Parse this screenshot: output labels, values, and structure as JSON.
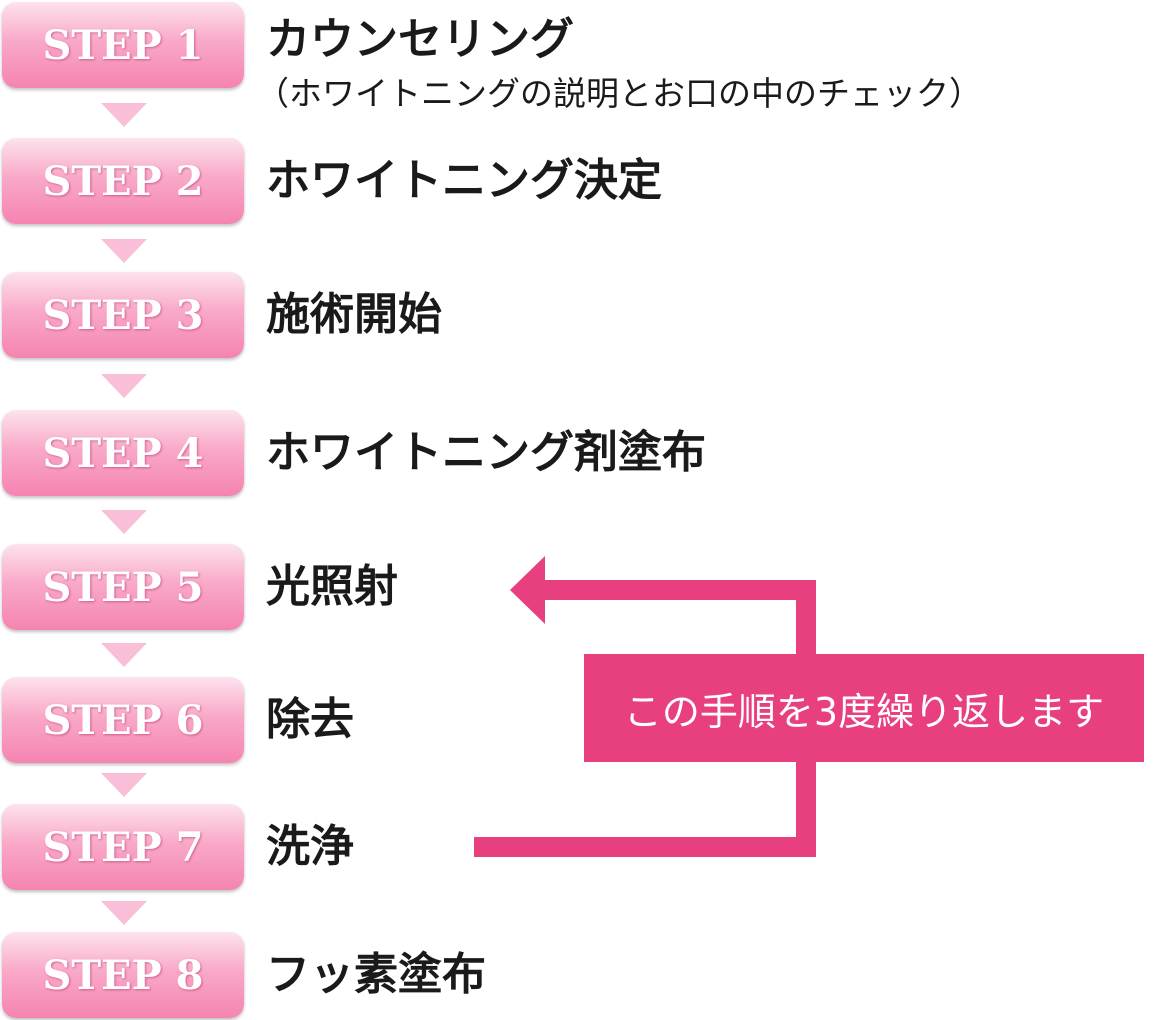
{
  "steps": [
    {
      "label": "STEP 1",
      "title": "カウンセリング",
      "subtitle": "（ホワイトニングの説明とお口の中のチェック）"
    },
    {
      "label": "STEP 2",
      "title": "ホワイトニング決定"
    },
    {
      "label": "STEP 3",
      "title": "施術開始"
    },
    {
      "label": "STEP 4",
      "title": "ホワイトニング剤塗布"
    },
    {
      "label": "STEP 5",
      "title": "光照射"
    },
    {
      "label": "STEP 6",
      "title": "除去"
    },
    {
      "label": "STEP 7",
      "title": "洗浄"
    },
    {
      "label": "STEP 8",
      "title": "フッ素塗布"
    }
  ],
  "loop": {
    "label": "この手順を3度繰り返します",
    "from_step": "STEP 7",
    "to_step": "STEP 5"
  },
  "colors": {
    "badge_light": "#fde3ee",
    "badge_dark": "#f584b1",
    "arrow": "#f9bfd8",
    "accent": "#e8407f",
    "text": "#1a1a1a"
  }
}
